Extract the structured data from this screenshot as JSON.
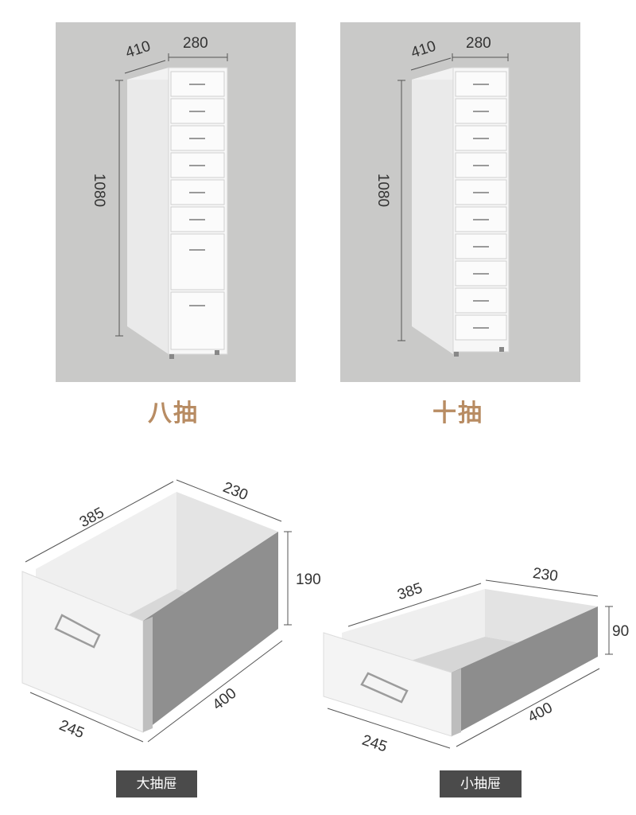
{
  "cabinet_8": {
    "depth": "410",
    "width": "280",
    "height": "1080",
    "title": "八抽"
  },
  "cabinet_10": {
    "depth": "410",
    "width": "280",
    "height": "1080",
    "title": "十抽"
  },
  "large_drawer": {
    "depth_top": "385",
    "width_top": "230",
    "height": "190",
    "width_bottom": "245",
    "depth_bottom": "400",
    "label": "大抽屉"
  },
  "small_drawer": {
    "depth_top": "385",
    "width_top": "230",
    "height": "90",
    "width_bottom": "245",
    "depth_bottom": "400",
    "label": "小抽屉"
  },
  "colors": {
    "panel_bg": "#c9c9c8",
    "title": "#b88c63",
    "label_bg": "#4b4b4b",
    "cabinet_white": "#f6f6f6"
  }
}
